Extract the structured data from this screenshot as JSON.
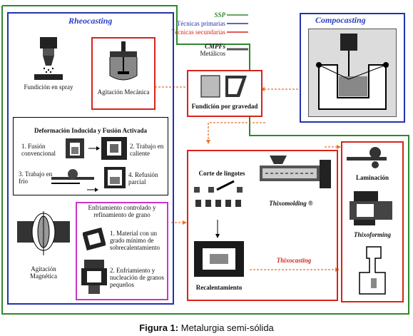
{
  "caption": {
    "label": "Figura 1:",
    "text": "Metalurgia semi-sólida"
  },
  "legend": {
    "ssp": "SSP",
    "primarias": "Técnicas primarias",
    "secundarias": "Técnicas secundarias",
    "cmpfs": "CMPFs",
    "metalicos": "Metálicos"
  },
  "rheocasting": {
    "title": "Rheocasting",
    "spray": "Fundición en spray",
    "agitacion_mecanica": "Agitación Mecánica",
    "deformacion_title": "Deformación Inducida y Fusión Activada",
    "fusion_conv": "1. Fusión convencional",
    "trabajo_caliente": "2. Trabajo en caliente",
    "trabajo_frio": "3. Trabajo en frío",
    "refusion": "4. Refusión parcial",
    "agitacion_magnetica": "Agitación Magnética",
    "enfriamiento_title": "Enfriamiento controlado y refinamiento de grano",
    "material": "1. Material con un grado mínimo de sobrecalentamiento",
    "enfriamiento": "2. Enfriamiento y nucleación de granos pequeños"
  },
  "compocasting": {
    "title": "Compocasting"
  },
  "gravedad": "Fundición por gravedad",
  "thixo": {
    "corte": "Corte de lingotes",
    "recalentamiento": "Recalentamiento",
    "thixomolding": "Thixomolding ®",
    "thixocasting": "Thixocasting",
    "laminacion": "Laminación",
    "thixoforming": "Thixoforming"
  },
  "colors": {
    "green": "#2d8a2d",
    "blue": "#2233aa",
    "red": "#d8231b",
    "pink": "#cc33cc",
    "orange": "#e8742a",
    "title": "#2a3fc4"
  }
}
